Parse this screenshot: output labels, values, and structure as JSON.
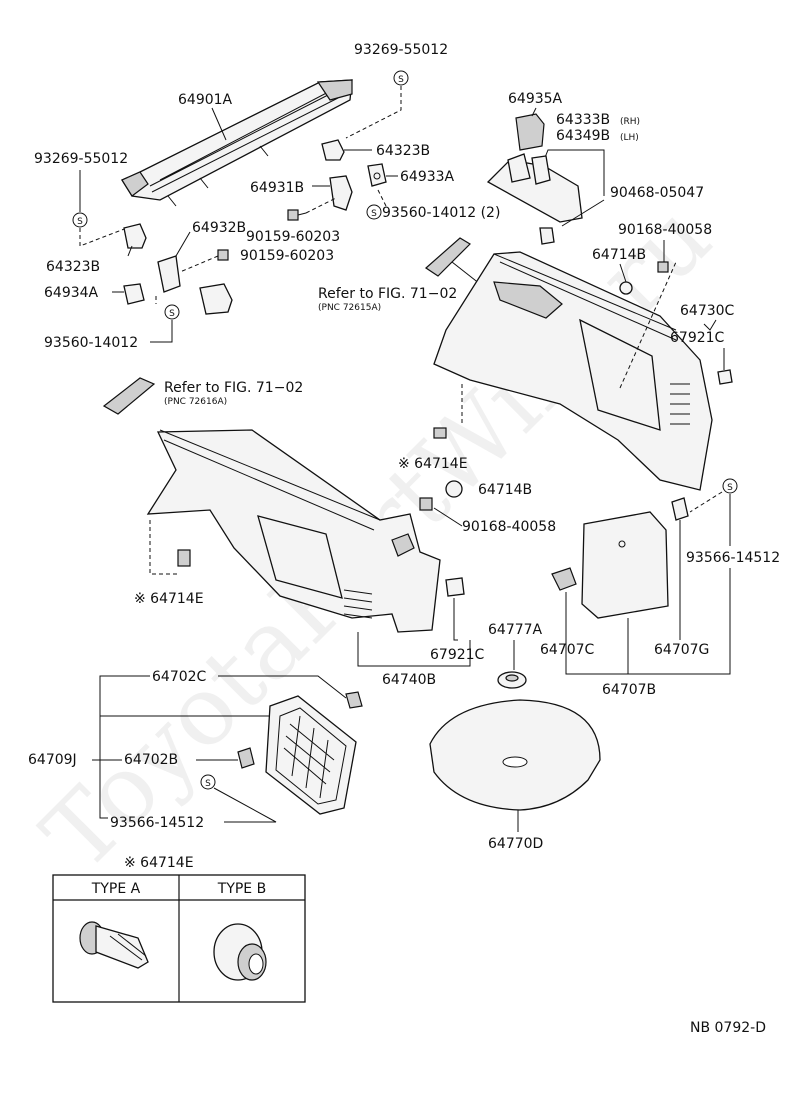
{
  "watermark": "ToyotaPartWire.ru",
  "labels": {
    "p93269_55012_top": "93269-55012",
    "p64901A": "64901A",
    "p93269_55012_left": "93269-55012",
    "p64323B_top": "64323B",
    "p64931B": "64931B",
    "p64933A": "64933A",
    "p93560_14012_2": "93560-14012 (2)",
    "p90159_60203_a": "90159-60203",
    "p64932B": "64932B",
    "p90159_60203_b": "90159-60203",
    "p64323B_left": "64323B",
    "p64934A": "64934A",
    "p93560_14012": "93560-14012",
    "p64935A": "64935A",
    "p64333B": "64333B",
    "p64333B_sub": "(RH)",
    "p64349B": "64349B",
    "p64349B_sub": "(LH)",
    "p90468_05047": "90468-05047",
    "p90168_40058_top": "90168-40058",
    "p64714B_top": "64714B",
    "refer1": "Refer to FIG. 71−02",
    "refer1_pnc": "(PNC 72615A)",
    "refer2": "Refer to FIG. 71−02",
    "refer2_pnc": "(PNC 72616A)",
    "p64730C": "64730C",
    "p67921C_right": "67921C",
    "p64714E_mid": "※ 64714E",
    "p64714B_mid": "64714B",
    "p90168_40058_mid": "90168-40058",
    "p93566_14512_right": "93566-14512",
    "p64714E_left": "※ 64714E",
    "p67921C_mid": "67921C",
    "p64740B": "64740B",
    "p64777A": "64777A",
    "p64707C": "64707C",
    "p64707G": "64707G",
    "p64707B": "64707B",
    "p64702C": "64702C",
    "p64709J": "64709J",
    "p64702B": "64702B",
    "p93566_14512_bottom": "93566-14512",
    "p64770D": "64770D"
  },
  "legend": {
    "title": "※ 64714E",
    "type_a": "TYPE A",
    "type_b": "TYPE B"
  },
  "footer": {
    "code": "NB 0792-D"
  },
  "marker": "S"
}
